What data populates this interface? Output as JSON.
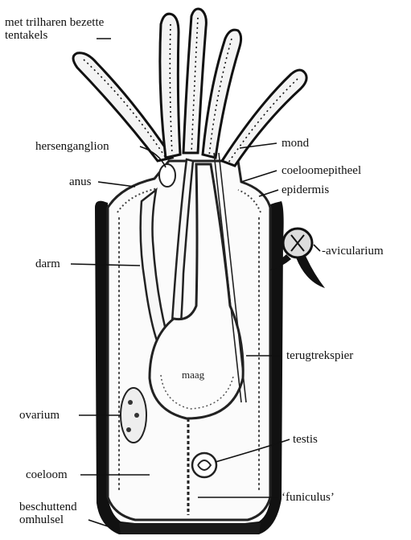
{
  "labels": {
    "tentakels": "met trilharen bezette\ntentakels",
    "hersenganglion": "hersenganglion",
    "anus": "anus",
    "darm": "darm",
    "ovarium": "ovarium",
    "coeloom": "coeloom",
    "omhulsel": "beschuttend\nomhulsel",
    "mond": "mond",
    "coeloomepitheel": "coeloomepitheel",
    "epidermis": "epidermis",
    "avicularium": "-avicularium",
    "terugtrekspier": "terugtrekspier",
    "maag": "maag",
    "testis": "testis",
    "funiculus": "‘funiculus’"
  }
}
